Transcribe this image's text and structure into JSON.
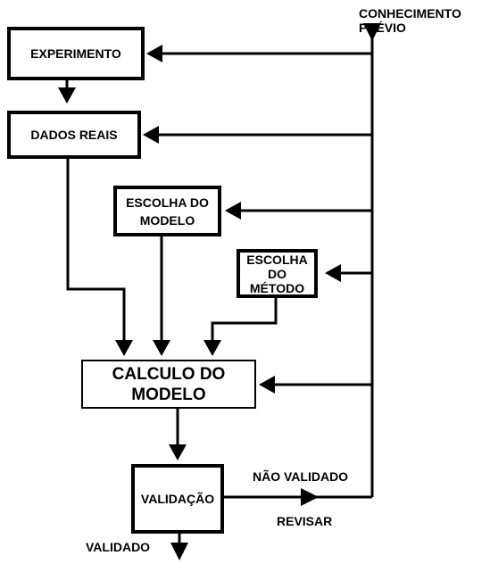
{
  "nodes": {
    "experimento": "EXPERIMENTO",
    "dados_reais": "DADOS REAIS",
    "escolha_modelo": "ESCOLHA DO\nMODELO",
    "escolha_metodo": "ESCOLHA\nDO\nMÉTODO",
    "calculo_modelo": "CALCULO DO\nMODELO",
    "validacao": "VALIDAÇÃO"
  },
  "labels": {
    "conhecimento_previo": "CONHECIMENTO\nPRÉVIO",
    "nao_validado": "NÃO VALIDADO",
    "revisar": "REVISAR",
    "validado": "VALIDADO"
  }
}
